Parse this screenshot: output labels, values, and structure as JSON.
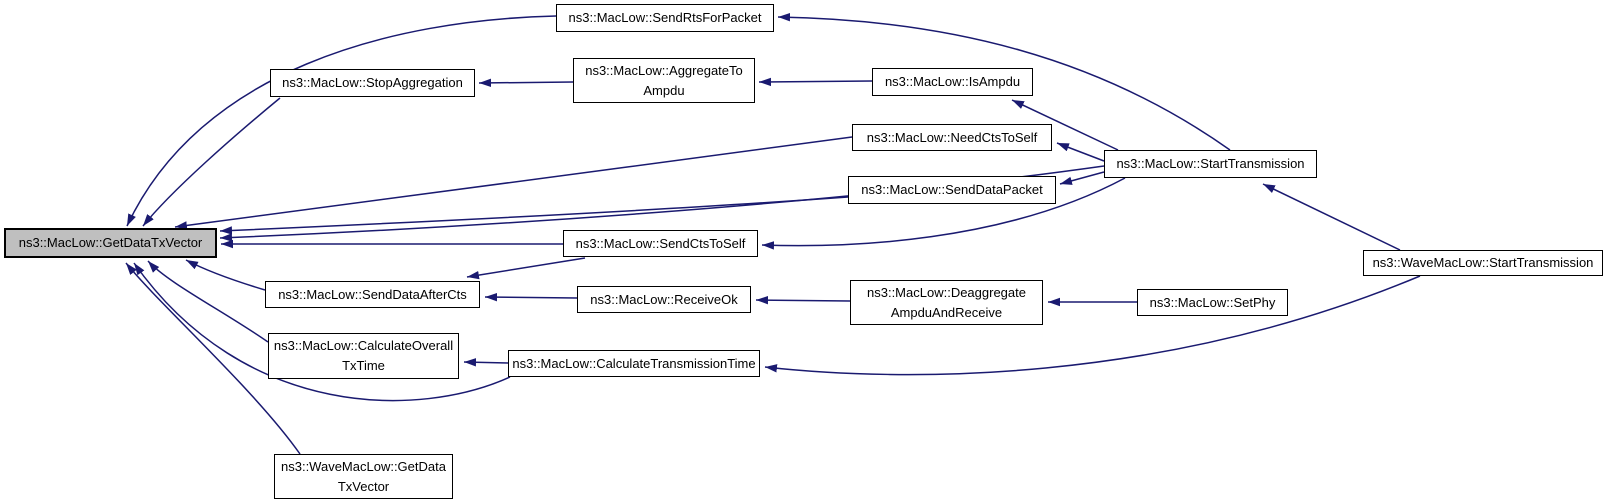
{
  "diagram": {
    "kind": "doxygen-caller-graph",
    "focus_function": "ns3::MacLow::GetDataTxVector",
    "colors": {
      "edge": "#1a1a70",
      "node_border": "#000000",
      "node_fill": "#ffffff",
      "highlight_fill": "#bfbfbf",
      "background": "#ffffff",
      "text": "#000000"
    },
    "nodes": [
      {
        "id": "getDataTxVector",
        "label": "ns3::MacLow::GetDataTxVector",
        "highlighted": true
      },
      {
        "id": "sendRtsForPacket",
        "label": "ns3::MacLow::SendRtsForPacket",
        "highlighted": false
      },
      {
        "id": "stopAggregation",
        "label": "ns3::MacLow::StopAggregation",
        "highlighted": false
      },
      {
        "id": "aggregateToAmpdu",
        "label": "ns3::MacLow::AggregateTo\nAmpdu",
        "highlighted": false
      },
      {
        "id": "isAmpdu",
        "label": "ns3::MacLow::IsAmpdu",
        "highlighted": false
      },
      {
        "id": "needCtsToSelf",
        "label": "ns3::MacLow::NeedCtsToSelf",
        "highlighted": false
      },
      {
        "id": "sendDataPacket",
        "label": "ns3::MacLow::SendDataPacket",
        "highlighted": false
      },
      {
        "id": "startTransmission",
        "label": "ns3::MacLow::StartTransmission",
        "highlighted": false
      },
      {
        "id": "sendCtsToSelf",
        "label": "ns3::MacLow::SendCtsToSelf",
        "highlighted": false
      },
      {
        "id": "sendDataAfterCts",
        "label": "ns3::MacLow::SendDataAfterCts",
        "highlighted": false
      },
      {
        "id": "receiveOk",
        "label": "ns3::MacLow::ReceiveOk",
        "highlighted": false
      },
      {
        "id": "deaggregateAmpduAndReceive",
        "label": "ns3::MacLow::Deaggregate\nAmpduAndReceive",
        "highlighted": false
      },
      {
        "id": "setPhy",
        "label": "ns3::MacLow::SetPhy",
        "highlighted": false
      },
      {
        "id": "calculateOverallTxTime",
        "label": "ns3::MacLow::CalculateOverall\nTxTime",
        "highlighted": false
      },
      {
        "id": "calculateTransmissionTime",
        "label": "ns3::MacLow::CalculateTransmissionTime",
        "highlighted": false
      },
      {
        "id": "waveStartTransmission",
        "label": "ns3::WaveMacLow::StartTransmission",
        "highlighted": false
      },
      {
        "id": "waveGetDataTxVector",
        "label": "ns3::WaveMacLow::GetData\nTxVector",
        "highlighted": false
      }
    ],
    "edges": [
      {
        "from": "sendRtsForPacket",
        "to": "getDataTxVector"
      },
      {
        "from": "stopAggregation",
        "to": "getDataTxVector"
      },
      {
        "from": "needCtsToSelf",
        "to": "getDataTxVector"
      },
      {
        "from": "sendDataPacket",
        "to": "getDataTxVector"
      },
      {
        "from": "startTransmission",
        "to": "getDataTxVector"
      },
      {
        "from": "sendCtsToSelf",
        "to": "getDataTxVector"
      },
      {
        "from": "sendDataAfterCts",
        "to": "getDataTxVector"
      },
      {
        "from": "calculateOverallTxTime",
        "to": "getDataTxVector"
      },
      {
        "from": "calculateTransmissionTime",
        "to": "getDataTxVector"
      },
      {
        "from": "waveGetDataTxVector",
        "to": "getDataTxVector"
      },
      {
        "from": "aggregateToAmpdu",
        "to": "stopAggregation"
      },
      {
        "from": "isAmpdu",
        "to": "aggregateToAmpdu"
      },
      {
        "from": "startTransmission",
        "to": "isAmpdu"
      },
      {
        "from": "startTransmission",
        "to": "sendRtsForPacket"
      },
      {
        "from": "startTransmission",
        "to": "needCtsToSelf"
      },
      {
        "from": "startTransmission",
        "to": "sendDataPacket"
      },
      {
        "from": "startTransmission",
        "to": "sendCtsToSelf"
      },
      {
        "from": "sendCtsToSelf",
        "to": "sendDataAfterCts"
      },
      {
        "from": "receiveOk",
        "to": "sendDataAfterCts"
      },
      {
        "from": "deaggregateAmpduAndReceive",
        "to": "receiveOk"
      },
      {
        "from": "setPhy",
        "to": "deaggregateAmpduAndReceive"
      },
      {
        "from": "calculateTransmissionTime",
        "to": "calculateOverallTxTime"
      },
      {
        "from": "waveStartTransmission",
        "to": "calculateTransmissionTime"
      },
      {
        "from": "waveStartTransmission",
        "to": "startTransmission"
      }
    ]
  }
}
